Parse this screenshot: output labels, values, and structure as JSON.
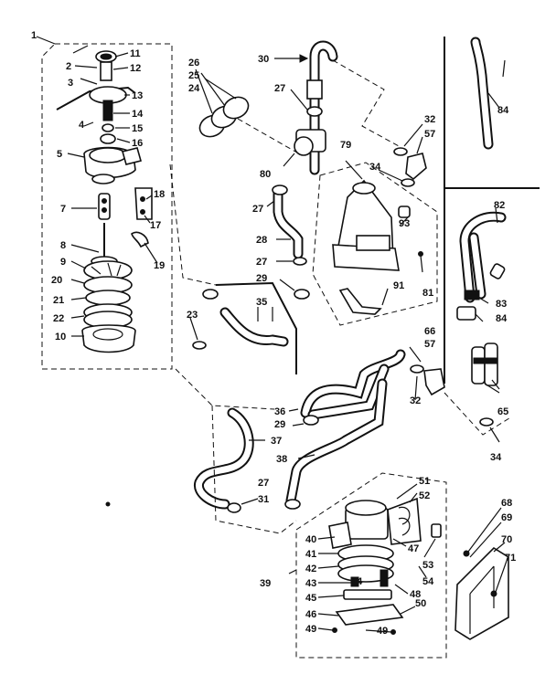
{
  "labels": {
    "l1": "1",
    "l2": "2",
    "l3": "3",
    "l4": "4",
    "l5": "5",
    "l7": "7",
    "l8": "8",
    "l9": "9",
    "l10": "10",
    "l11": "11",
    "l12": "12",
    "l13": "13",
    "l14": "14",
    "l15": "15",
    "l16": "16",
    "l17": "17",
    "l18": "18",
    "l19": "19",
    "l20": "20",
    "l21": "21",
    "l22": "22",
    "l23": "23",
    "l24": "24",
    "l25": "25",
    "l26": "26",
    "l27a": "27",
    "l27b": "27",
    "l27c": "27",
    "l27d": "27",
    "l28": "28",
    "l29a": "29",
    "l29b": "29",
    "l30": "30",
    "l31": "31",
    "l32a": "32",
    "l32b": "32",
    "l34a": "34",
    "l34b": "34",
    "l35": "35",
    "l36": "36",
    "l37": "37",
    "l38": "38",
    "l39": "39",
    "l40": "40",
    "l41": "41",
    "l42": "42",
    "l43": "43",
    "l44": "44",
    "l45": "45",
    "l46": "46",
    "l47": "47",
    "l48": "48",
    "l49a": "49",
    "l49b": "49",
    "l50": "50",
    "l51": "51",
    "l52": "52",
    "l53": "53",
    "l54": "54",
    "l57a": "57",
    "l57b": "57",
    "l65": "65",
    "l66": "66",
    "l68": "68",
    "l69": "69",
    "l70": "70",
    "l71": "71",
    "l79": "79",
    "l80": "80",
    "l81": "81",
    "l82": "82",
    "l83": "83",
    "l84a": "84",
    "l84b": "84",
    "l91": "91",
    "l93": "93"
  }
}
